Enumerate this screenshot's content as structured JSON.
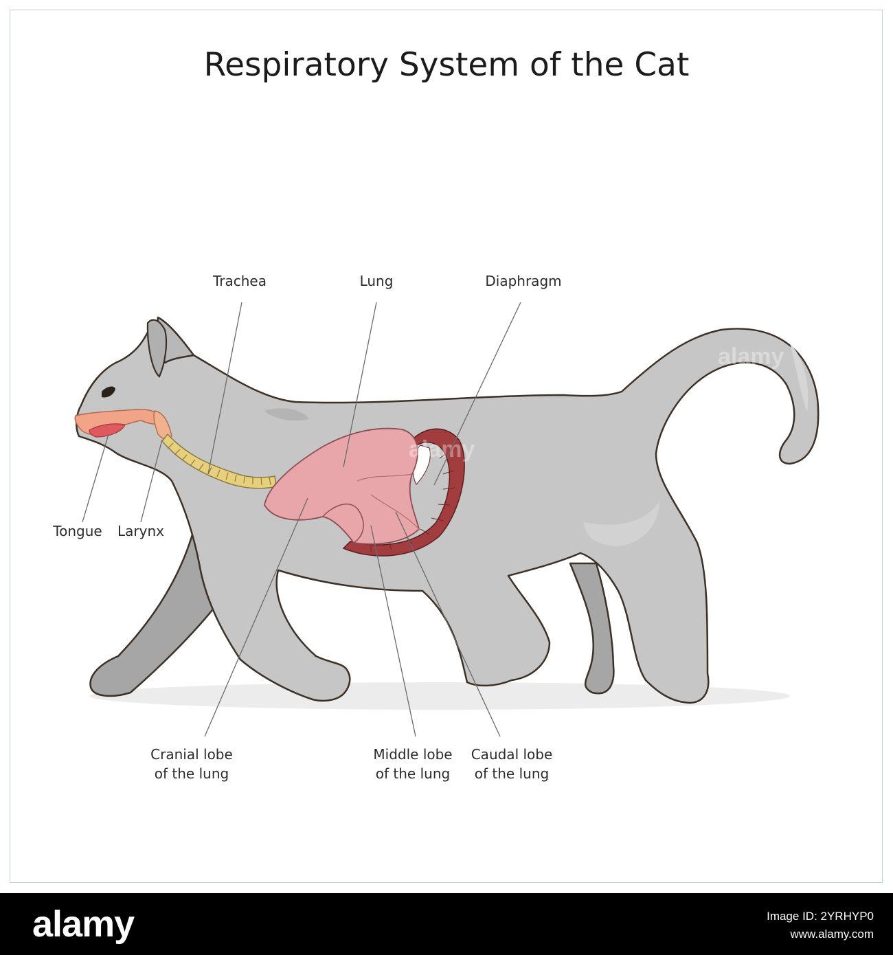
{
  "title": "Respiratory System of the Cat",
  "labels": {
    "trachea": "Trachea",
    "lung": "Lung",
    "diaphragm": "Diaphragm",
    "tongue": "Tongue",
    "larynx": "Larynx",
    "cranial_line1": "Cranial lobe",
    "cranial_line2": "of the lung",
    "middle_line1": "Middle lobe",
    "middle_line2": "of the lung",
    "caudal_line1": "Caudal lobe",
    "caudal_line2": "of the lung"
  },
  "watermark": {
    "text": "alamy",
    "logo": "alamy",
    "image_id": "Image ID: 2YRHYP0",
    "site": "www.alamy.com"
  },
  "colors": {
    "cat_body": "#c6c6c6",
    "cat_far_legs": "#a6a6a6",
    "outline": "#3d3026",
    "lung": "#e8a6aa",
    "diaphragm": "#a13c3f",
    "trachea": "#e6cf7d",
    "mouth": "#f1a487",
    "frame_border": "#bcd3d8"
  }
}
